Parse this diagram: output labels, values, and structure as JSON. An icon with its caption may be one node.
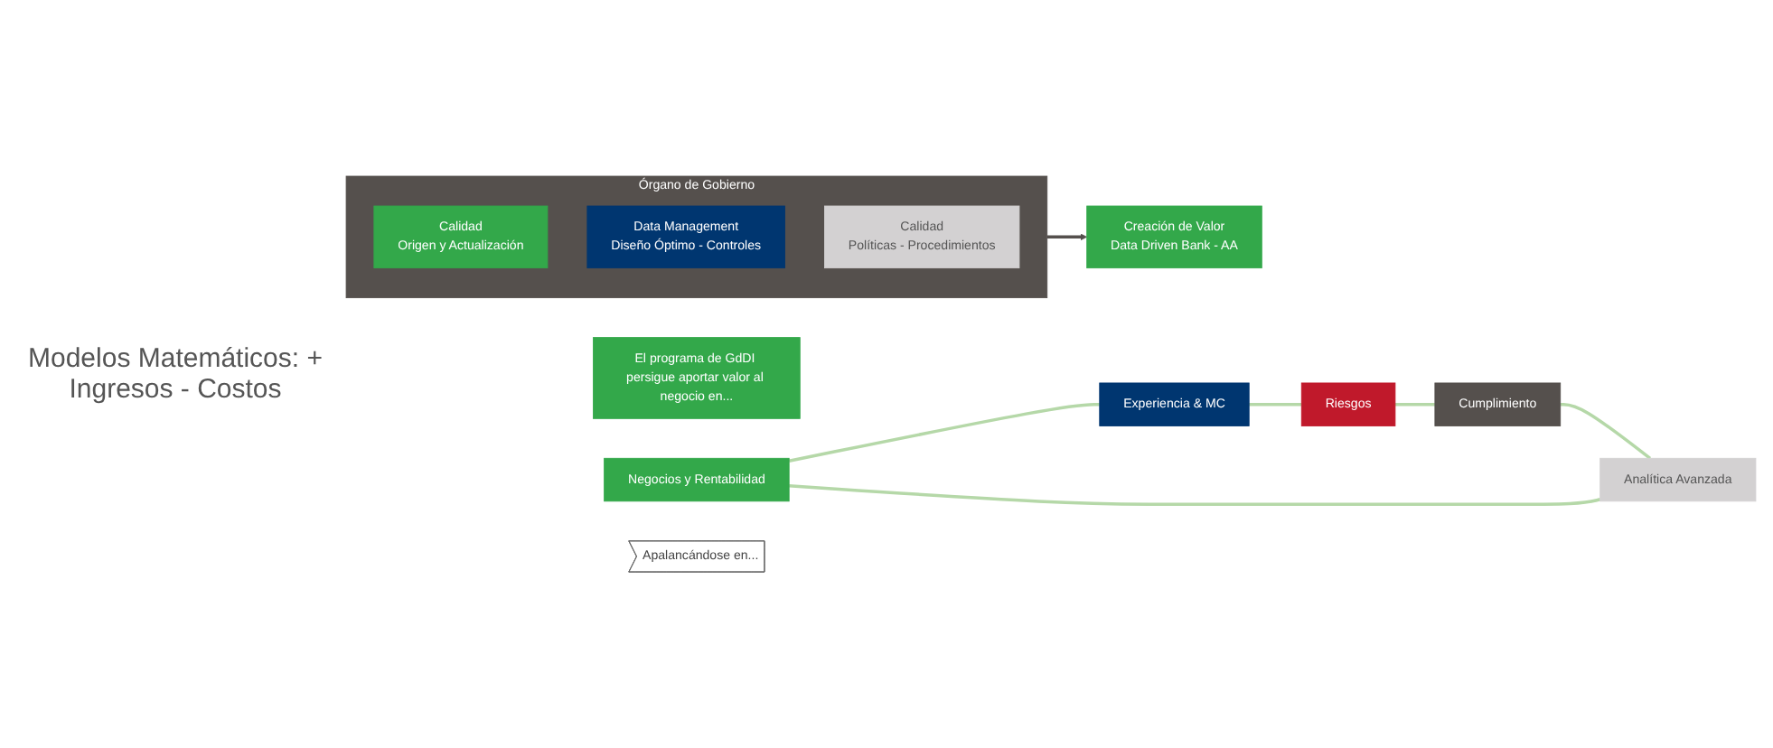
{
  "diagram": {
    "nodes": [
      {
        "text": [
          "El programa de GdDI persigue aportar valor al negocio en..."
        ]
      },
      {
        "text": [
          "Negocios y Rentabilidad"
        ]
      },
      {
        "text": [
          "Experiencia & MC"
        ]
      },
      {
        "text": [
          "Riesgos"
        ]
      },
      {
        "text": [
          "Cumplimiento"
        ]
      },
      {
        "text": [
          "Analítica Avanzada"
        ]
      },
      {
        "text": [
          "Apalancándose en..."
        ]
      },
      {
        "text": [
          "Órgano de Gobierno"
        ]
      },
      {
        "text": [
          "Calidad",
          "Origen y Actualización"
        ],
        "in": 7
      },
      {
        "text": [
          "Data Management",
          "Diseño Óptimo - Controles"
        ],
        "in": 7
      },
      {
        "text": [
          "Calidad",
          "Políticas - Procedimientos"
        ],
        "in": 7
      },
      {
        "text": [
          "Creación de Valor",
          "Data Driven Bank - AA"
        ]
      }
    ],
    "edges": [
      {
        "from": 1,
        "to": 2,
        "arrow": "none"
      },
      {
        "from": 2,
        "to": 3,
        "arrow": "none"
      },
      {
        "from": 3,
        "to": 4,
        "arrow": "none"
      },
      {
        "from": 4,
        "to": 5,
        "arrow": "none"
      },
      {
        "from": 5,
        "to": 1,
        "arrow": "none"
      },
      {
        "from": 7,
        "to": 11,
        "arrow": "to",
        "color": "#55504d"
      }
    ],
    "labels": [
      "Modelos Matemáticos: + Ingresos - Costos"
    ]
  }
}
